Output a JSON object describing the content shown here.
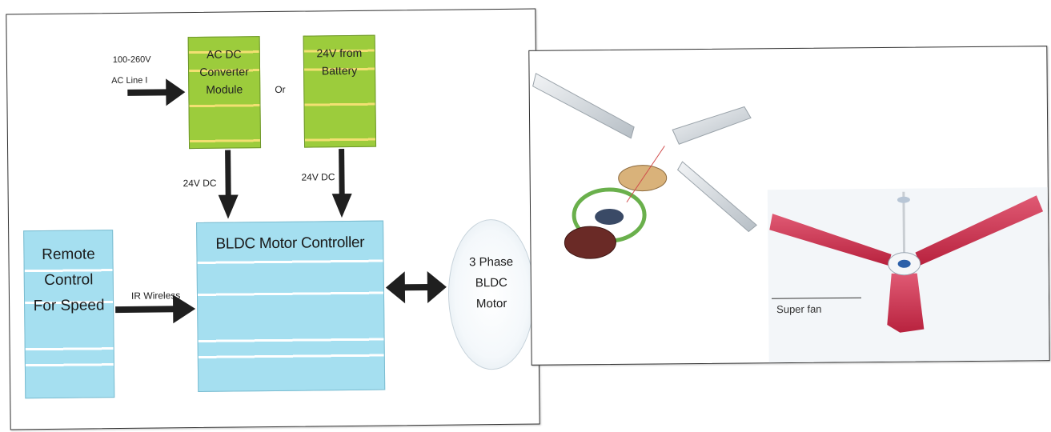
{
  "diagram": {
    "input_label_line1": "100-260V",
    "input_label_line2": "AC Line I",
    "acdc_line1": "AC DC",
    "acdc_line2": "Converter",
    "acdc_line3": "Module",
    "or_label": "Or",
    "battery_line1": "24V from",
    "battery_line2": "Battery",
    "dc_label_left": "24V DC",
    "dc_label_right": "24V DC",
    "controller_label": "BLDC Motor Controller",
    "remote_line1": "Remote",
    "remote_line2": "Control",
    "remote_line3": "For Speed",
    "ir_label": "IR Wireless",
    "motor_line1": "3 Phase",
    "motor_line2": "BLDC",
    "motor_line3": "Motor"
  },
  "photo": {
    "caption": "Super fan"
  },
  "colors": {
    "green_box": "#9ccc3c",
    "blue_box": "#a5dff0",
    "arrow": "#1f1f1f",
    "fan_blade": "#d63a5a"
  }
}
